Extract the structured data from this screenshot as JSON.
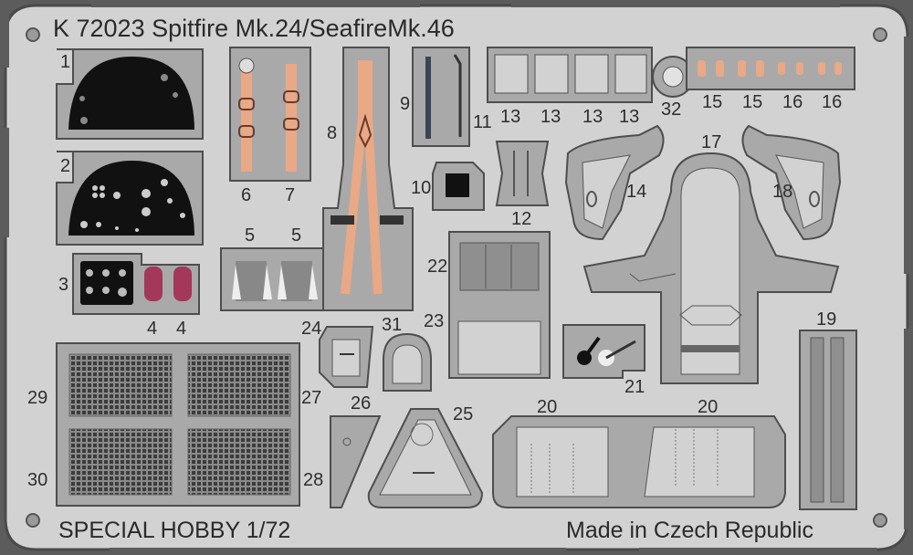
{
  "fret": {
    "title": "K 72023 Spitfire Mk.24/SeafireMk.46",
    "footer_left": "SPECIAL HOBBY 1/72",
    "footer_right": "Made in Czech Republic",
    "colors": {
      "frame": "#d2d2d2",
      "frame_edge": "#4a4a4a",
      "part_fill": "#a9a9a9",
      "part_edge": "#4e4e4e",
      "panel_black": "#111111",
      "belt_orange": "#e9a886",
      "grip_red": "#a3385a",
      "mesh_dark": "#3c3c3c"
    }
  },
  "parts": {
    "p1": "1",
    "p2": "2",
    "p3": "3",
    "p4a": "4",
    "p4b": "4",
    "p5a": "5",
    "p5b": "5",
    "p6": "6",
    "p7": "7",
    "p8": "8",
    "p9": "9",
    "p10": "10",
    "p11": "11",
    "p12": "12",
    "p13a": "13",
    "p13b": "13",
    "p13c": "13",
    "p13d": "13",
    "p14": "14",
    "p15a": "15",
    "p15b": "15",
    "p16a": "16",
    "p16b": "16",
    "p17": "17",
    "p18": "18",
    "p19": "19",
    "p20a": "20",
    "p20b": "20",
    "p21": "21",
    "p22": "22",
    "p23": "23",
    "p24": "24",
    "p25": "25",
    "p26": "26",
    "p27": "27",
    "p28": "28",
    "p29": "29",
    "p30": "30",
    "p31": "31",
    "p32": "32"
  }
}
